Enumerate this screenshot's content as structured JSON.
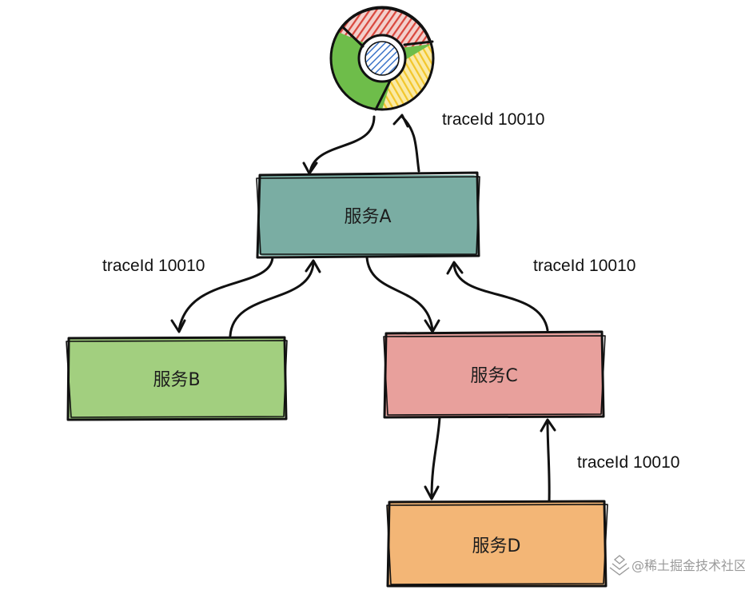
{
  "diagram": {
    "nodes": [
      {
        "id": "service-a",
        "label": "服务A",
        "color": "#7aada3"
      },
      {
        "id": "service-b",
        "label": "服务B",
        "color": "#a2cf7f"
      },
      {
        "id": "service-c",
        "label": "服务C",
        "color": "#e8a09c"
      },
      {
        "id": "service-d",
        "label": "服务D",
        "color": "#f3b676"
      }
    ],
    "browser_icon": "chrome-browser-icon",
    "edge_labels": [
      "traceId 10010",
      "traceId 10010",
      "traceId 10010",
      "traceId 10010"
    ],
    "watermark": {
      "icon": "juejin-logo-icon",
      "text": "@稀土掘金技术社区"
    }
  }
}
